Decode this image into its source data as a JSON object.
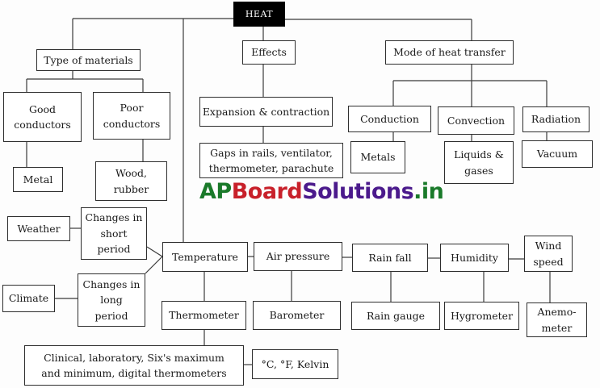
{
  "diagram": {
    "root": "HEAT",
    "nodes": {
      "type_of_materials": "Type of materials",
      "effects": "Effects",
      "mode_of_heat_transfer": "Mode of heat transfer",
      "good_conductors": "Good\nconductors",
      "poor_conductors": "Poor\nconductors",
      "metal": "Metal",
      "wood_rubber": "Wood,\nrubber",
      "expansion_contraction": "Expansion & contraction",
      "gaps": "Gaps in rails, ventilator,\nthermometer, parachute",
      "conduction": "Conduction",
      "convection": "Convection",
      "radiation": "Radiation",
      "metals": "Metals",
      "liquids_gases": "Liquids &\ngases",
      "vacuum": "Vacuum",
      "weather": "Weather",
      "changes_short": "Changes in\nshort\nperiod",
      "climate": "Climate",
      "changes_long": "Changes in\nlong\nperiod",
      "temperature": "Temperature",
      "air_pressure": "Air pressure",
      "rain_fall": "Rain fall",
      "humidity": "Humidity",
      "wind_speed": "Wind\nspeed",
      "thermometer": "Thermometer",
      "barometer": "Barometer",
      "rain_gauge": "Rain gauge",
      "hygrometer": "Hygrometer",
      "anemometer": "Anemo-\nmeter",
      "thermometer_types": "Clinical, laboratory, Six's maximum\nand minimum, digital thermometers",
      "units": "°C, °F, Kelvin"
    },
    "edges": [
      [
        "HEAT",
        "Type of materials"
      ],
      [
        "HEAT",
        "Effects"
      ],
      [
        "HEAT",
        "Mode of heat transfer"
      ],
      [
        "HEAT",
        "Temperature"
      ],
      [
        "Type of materials",
        "Good conductors"
      ],
      [
        "Type of materials",
        "Poor conductors"
      ],
      [
        "Good conductors",
        "Metal"
      ],
      [
        "Poor conductors",
        "Wood, rubber"
      ],
      [
        "Effects",
        "Expansion & contraction"
      ],
      [
        "Expansion & contraction",
        "Gaps in rails, ventilator, thermometer, parachute"
      ],
      [
        "Mode of heat transfer",
        "Conduction"
      ],
      [
        "Mode of heat transfer",
        "Convection"
      ],
      [
        "Mode of heat transfer",
        "Radiation"
      ],
      [
        "Conduction",
        "Metals"
      ],
      [
        "Convection",
        "Liquids & gases"
      ],
      [
        "Radiation",
        "Vacuum"
      ],
      [
        "Weather",
        "Changes in short period"
      ],
      [
        "Climate",
        "Changes in long period"
      ],
      [
        "Changes in short period",
        "Temperature"
      ],
      [
        "Changes in long period",
        "Temperature"
      ],
      [
        "Temperature",
        "Air pressure"
      ],
      [
        "Air pressure",
        "Rain fall"
      ],
      [
        "Rain fall",
        "Humidity"
      ],
      [
        "Humidity",
        "Wind speed"
      ],
      [
        "Temperature",
        "Thermometer"
      ],
      [
        "Air pressure",
        "Barometer"
      ],
      [
        "Rain fall",
        "Rain gauge"
      ],
      [
        "Humidity",
        "Hygrometer"
      ],
      [
        "Wind speed",
        "Anemometer"
      ],
      [
        "Thermometer",
        "Clinical, laboratory, Six's maximum and minimum, digital thermometers"
      ],
      [
        "Clinical, laboratory, Six's maximum and minimum, digital thermometers",
        "°C, °F, Kelvin"
      ]
    ]
  },
  "watermark": {
    "part1": "AP",
    "part2": "Board",
    "part3": "Solutions",
    "part4": ".in",
    "colors": {
      "green": "#1a7a2a",
      "red": "#c8202a",
      "purple": "#4b1a8c"
    }
  },
  "colors": {
    "root_fill": "#000000",
    "root_text": "#ffffff",
    "box_border": "#2e2e2e",
    "line": "#3a3a3a"
  }
}
